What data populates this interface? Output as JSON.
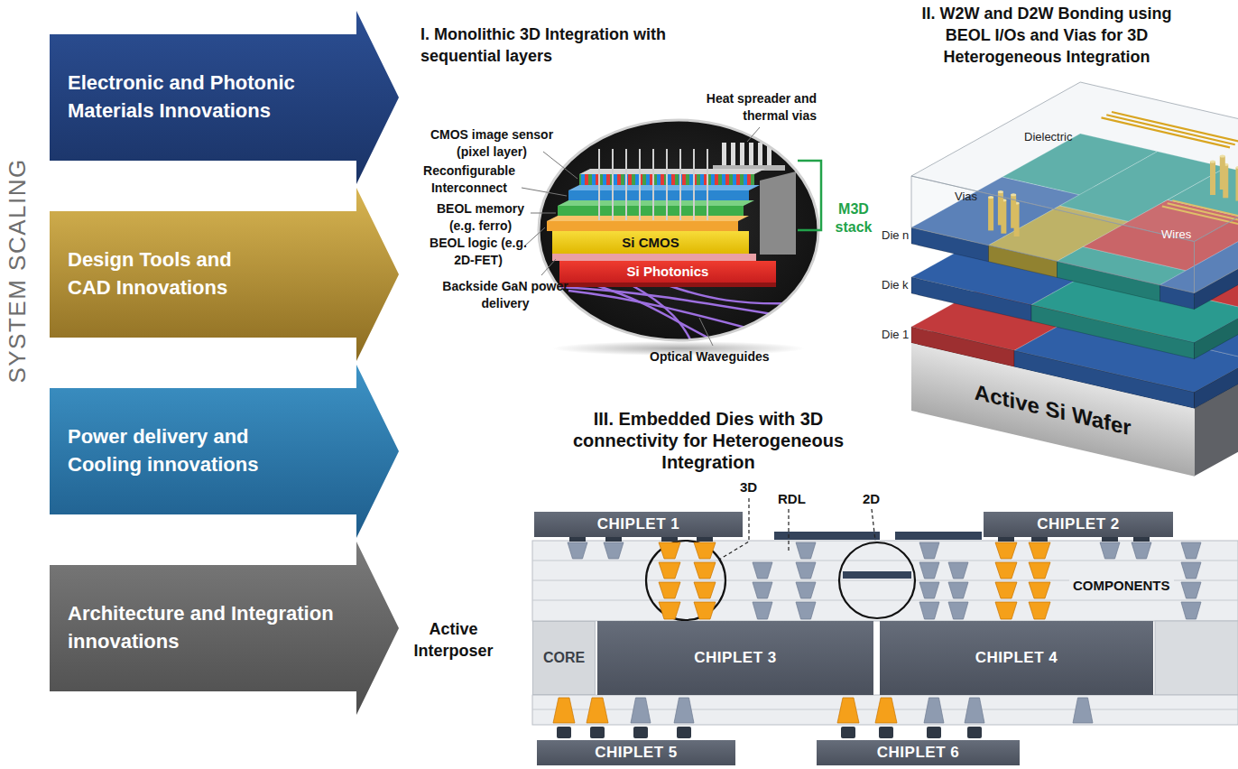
{
  "diagram": {
    "nodes": [
      {
        "text": [
          "Electronic and Photonic Materials Innovations"
        ]
      },
      {
        "text": [
          "Design Tools and CAD Innovations"
        ]
      },
      {
        "text": [
          "Power delivery and Cooling innovations"
        ]
      },
      {
        "text": [
          "Architecture and Integration innovations"
        ]
      },
      {
        "text": [
          "Si CMOS"
        ]
      },
      {
        "text": [
          "Si Photonics"
        ]
      },
      {
        "text": [
          "Active Si Wafer"
        ]
      },
      {
        "text": [
          "CHIPLET 1"
        ]
      },
      {
        "text": [
          "CHIPLET 2"
        ]
      },
      {
        "text": [
          "CORE"
        ]
      },
      {
        "text": [
          "CHIPLET 3"
        ]
      },
      {
        "text": [
          "CHIPLET 4"
        ]
      },
      {
        "text": [
          "CHIPLET 5"
        ]
      },
      {
        "text": [
          "CHIPLET 6"
        ]
      }
    ],
    "labels": [
      "SYSTEM SCALING",
      "I. Monolithic 3D Integration with sequential layers",
      "CMOS image sensor (pixel layer)",
      "Heat spreader and thermal vias",
      "Reconfigurable Interconnect",
      "BEOL memory (e.g. ferro)",
      "M3D stack",
      "BEOL logic (e.g. 2D-FET)",
      "Backside GaN power delivery",
      "Optical Waveguides",
      "II. W2W and D2W Bonding using BEOL I/Os and Vias for 3D Heterogeneous Integration",
      "Dielectric",
      "Vias",
      "Wires",
      "Die n",
      "Die k",
      "Die 1",
      "III. Embedded Dies with 3D connectivity for Heterogeneous Integration",
      "3D",
      "RDL",
      "2D",
      "COMPONENTS",
      "Active Interposer"
    ]
  }
}
